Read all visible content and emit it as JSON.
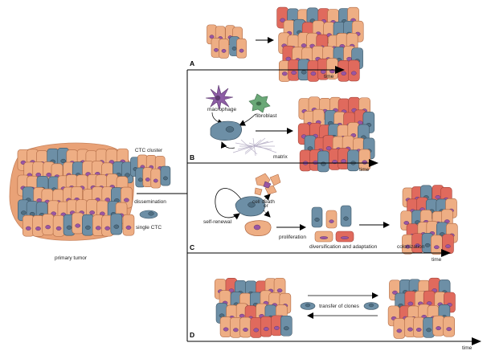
{
  "colors": {
    "cell_orange": "#eeae84",
    "cell_orange_dark": "#e39b6f",
    "cell_red": "#e06a5d",
    "cell_blue": "#6d8fa6",
    "nucleus": "#9a55a3",
    "macrophage": "#8d5da5",
    "fibroblast": "#6aa877",
    "matrix": "#b9b2c8",
    "tumor_background": "#e9a277",
    "line": "#000000"
  },
  "left": {
    "primary_tumor_label": "primary tumor",
    "ctc_cluster_label": "CTC cluster",
    "dissemination_label": "dissemination",
    "single_ctc_label": "single CTC"
  },
  "panels": {
    "A": {
      "letter": "A",
      "time_label": "time"
    },
    "B": {
      "letter": "B",
      "time_label": "time",
      "macrophage_label": "macrophage",
      "fibroblast_label": "fibroblast",
      "matrix_label": "matrix"
    },
    "C": {
      "letter": "C",
      "time_label": "time",
      "self_renewal_label": "self-renewal",
      "or_label": "or",
      "cell_death_label": "cell death",
      "proliferation_label": "proliferation",
      "diversification_label": "diversification and adaptation",
      "colonization_label": "colonization"
    },
    "D": {
      "letter": "D",
      "time_label": "time",
      "transfer_label": "transfer of clones"
    }
  }
}
